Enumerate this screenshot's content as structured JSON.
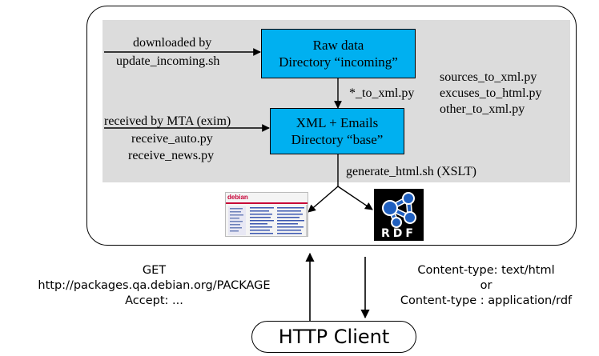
{
  "nodes": {
    "raw_data": {
      "line1": "Raw data",
      "line2": "Directory “incoming”"
    },
    "base": {
      "line1": "XML + Emails",
      "line2": "Directory “base”"
    },
    "client": "HTTP Client"
  },
  "labels": {
    "downloaded_1": "downloaded by",
    "downloaded_2": "update_incoming.sh",
    "to_xml": "*_to_xml.py",
    "scripts": [
      "sources_to_xml.py",
      "excuses_to_html.py",
      "other_to_xml.py"
    ],
    "received_1": "received by MTA (exim)",
    "received_2": "receive_auto.py",
    "received_3": "receive_news.py",
    "generate": "generate_html.sh (XSLT)"
  },
  "request": [
    "GET",
    "http://packages.qa.debian.org/PACKAGE",
    "Accept: ..."
  ],
  "response": [
    "Content-type: text/html",
    "or",
    "Content-type : application/rdf"
  ],
  "outputs": {
    "web_brand": "debian",
    "rdf_label": "RDF"
  },
  "colors": {
    "box": "#00b0f0",
    "panel": "#dcdcdc",
    "rdf_blue": "#1f5fbf"
  }
}
